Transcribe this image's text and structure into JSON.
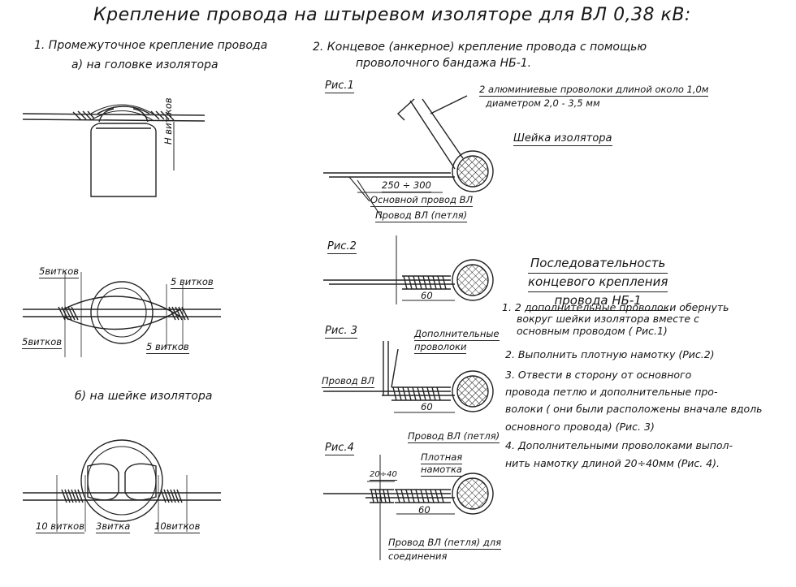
{
  "title": "Крепление провода на штыревом изоляторе для ВЛ 0,38 кВ:",
  "section1": {
    "heading": "1. Промежуточное крепление провода",
    "sub_a": "а) на головке изолятора",
    "sub_b": "б) на шейке изолятора",
    "label_turns_vert": "Н вит.ков",
    "a_turns_tl": "5витков",
    "a_turns_tr": "5 витков",
    "a_turns_bl": "5витков",
    "a_turns_br": "5 витков",
    "b_turns_l": "10 витков",
    "b_turns_m": "3витка",
    "b_turns_r": "10витков"
  },
  "section2": {
    "heading_line1": "2. Концевое (анкерное) крепление провода с помощью",
    "heading_line2": "проволочного бандажа НБ-1.",
    "fig1": {
      "label": "Рис.1",
      "note_line1": "2 алюминиевые проволоки длиной около 1,0м",
      "note_line2": "диаметром 2,0 - 3,5 мм",
      "neck": "Шейка изолятора",
      "dim": "250 ÷ 300",
      "main_wire": "Основной провод ВЛ",
      "loop_wire": "Провод ВЛ (петля)"
    },
    "fig2": {
      "label": "Рис.2",
      "dim": "60"
    },
    "fig3": {
      "label": "Рис. 3",
      "extra_line1": "Дополнительные",
      "extra_line2": "проволоки",
      "wire": "Провод ВЛ",
      "dim": "60",
      "loop": "Провод ВЛ (петля)"
    },
    "fig4": {
      "label": "Рис.4",
      "dense_line1": "Плотная",
      "dense_line2": "намотка",
      "dim_small": "20÷40",
      "dim": "60",
      "conn_line1": "Провод ВЛ (петля) для",
      "conn_line2": "соединения"
    }
  },
  "sequence": {
    "title_line1": "Последовательность",
    "title_line2": "концевого крепления",
    "title_line3": "провода НБ-1",
    "steps": [
      "1.   2 дополнительные проволоки обернуть",
      "вокруг шейки изолятора вместе с",
      "основным проводом ( Рис.1)",
      "2. Выполнить плотную намотку (Рис.2)",
      "3. Отвести в сторону от основного",
      "провода петлю и дополнительные про-",
      "волоки ( они были расположены вначале вдоль",
      "основного провода) (Рис. 3)",
      "4. Дополнительными проволоками выпол-",
      "нить намотку длиной 20÷40мм (Рис. 4)."
    ]
  }
}
